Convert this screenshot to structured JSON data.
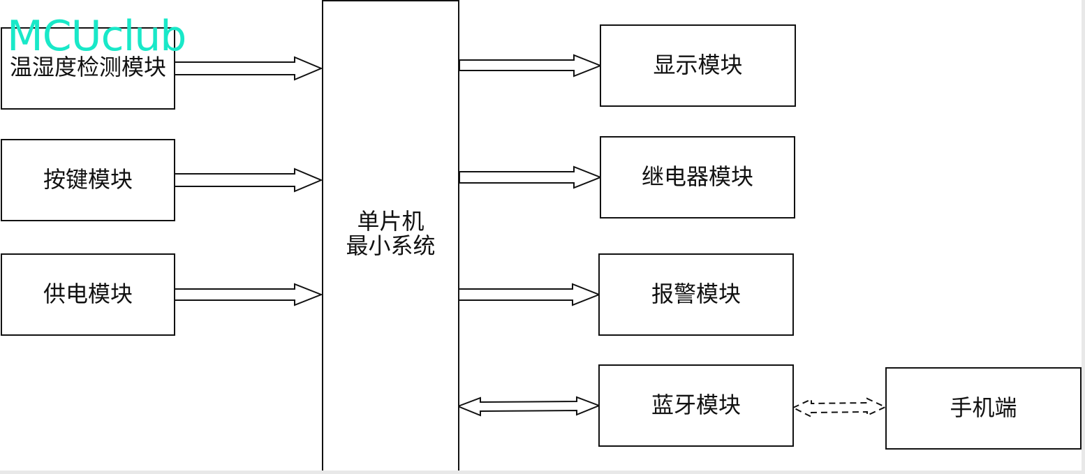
{
  "watermark": "MCUclub",
  "center": {
    "line1": "单片机",
    "line2": "最小系统"
  },
  "inputs": [
    {
      "label": "温湿度检测模块"
    },
    {
      "label": "按键模块"
    },
    {
      "label": "供电模块"
    }
  ],
  "outputs": [
    {
      "label": "显示模块"
    },
    {
      "label": "继电器模块"
    },
    {
      "label": "报警模块"
    },
    {
      "label": "蓝牙模块"
    }
  ],
  "external": {
    "label": "手机端"
  },
  "colors": {
    "line": "#111111",
    "watermark": "#19e8c8",
    "background": "#ffffff"
  }
}
